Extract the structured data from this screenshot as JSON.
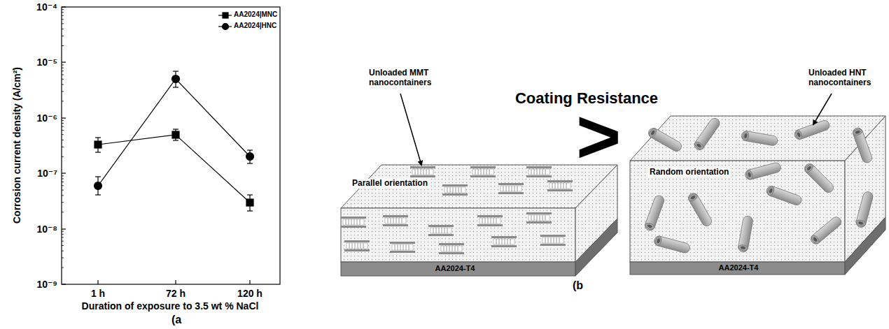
{
  "diagram": {
    "labels": [
      "Corrosion current density (A/cm²)",
      "10⁻⁴",
      "10⁻⁵",
      "10⁻⁶",
      "10⁻⁷",
      "10⁻⁸",
      "10⁻⁹",
      "1 h",
      "72 h",
      "120 h",
      "Duration of exposure to 3.5 wt % NaCl",
      "(a",
      "Coating Resistance",
      "Unloaded MMT nanocontainers",
      "Parallel orientation",
      "AA2024-T4",
      ">",
      "Random orientation",
      "Unloaded HNT nanocontainers",
      "AA2024-T4",
      "(b"
    ],
    "legend": [
      {
        "text": "AA2024|MNC"
      },
      {
        "text": "AA2024|HNC"
      }
    ]
  }
}
